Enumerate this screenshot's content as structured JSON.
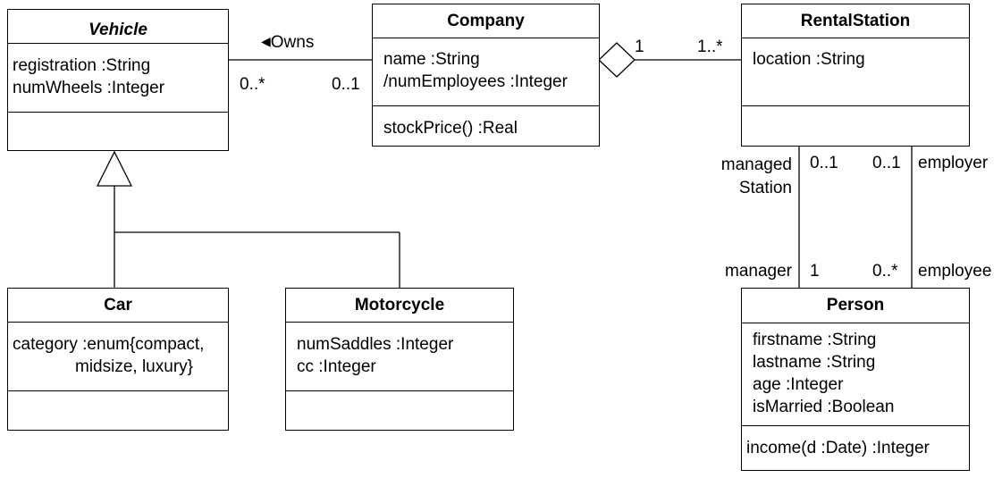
{
  "classes": {
    "vehicle": {
      "name": "Vehicle",
      "attributes": [
        "registration :String",
        "numWheels :Integer"
      ],
      "operations": []
    },
    "company": {
      "name": "Company",
      "attributes": [
        "name :String",
        "/numEmployees :Integer"
      ],
      "operations": [
        "stockPrice() :Real"
      ]
    },
    "rental_station": {
      "name": "RentalStation",
      "attributes": [
        "location :String"
      ],
      "operations": []
    },
    "car": {
      "name": "Car",
      "attributes": [
        "category :enum{compact,",
        "midsize, luxury}"
      ],
      "operations": []
    },
    "motorcycle": {
      "name": "Motorcycle",
      "attributes": [
        "numSaddles :Integer",
        "cc :Integer"
      ],
      "operations": []
    },
    "person": {
      "name": "Person",
      "attributes": [
        "firstname :String",
        "lastname :String",
        "age :Integer",
        "isMarried :Boolean"
      ],
      "operations": [
        "income(d :Date) :Integer"
      ]
    }
  },
  "associations": {
    "owns": {
      "name": "Owns",
      "arrow": "◀",
      "vehicle_multiplicity": "0..*",
      "company_multiplicity": "0..1"
    },
    "company_rental": {
      "company_multiplicity": "1",
      "station_multiplicity": "1..*"
    },
    "management": {
      "station_role_line1": "managed",
      "station_role_line2": "Station",
      "station_multiplicity": "0..1",
      "person_role": "manager",
      "person_multiplicity": "1"
    },
    "employment": {
      "station_multiplicity": "0..1",
      "station_role": "employer",
      "person_multiplicity": "0..*",
      "person_role": "employee"
    }
  }
}
